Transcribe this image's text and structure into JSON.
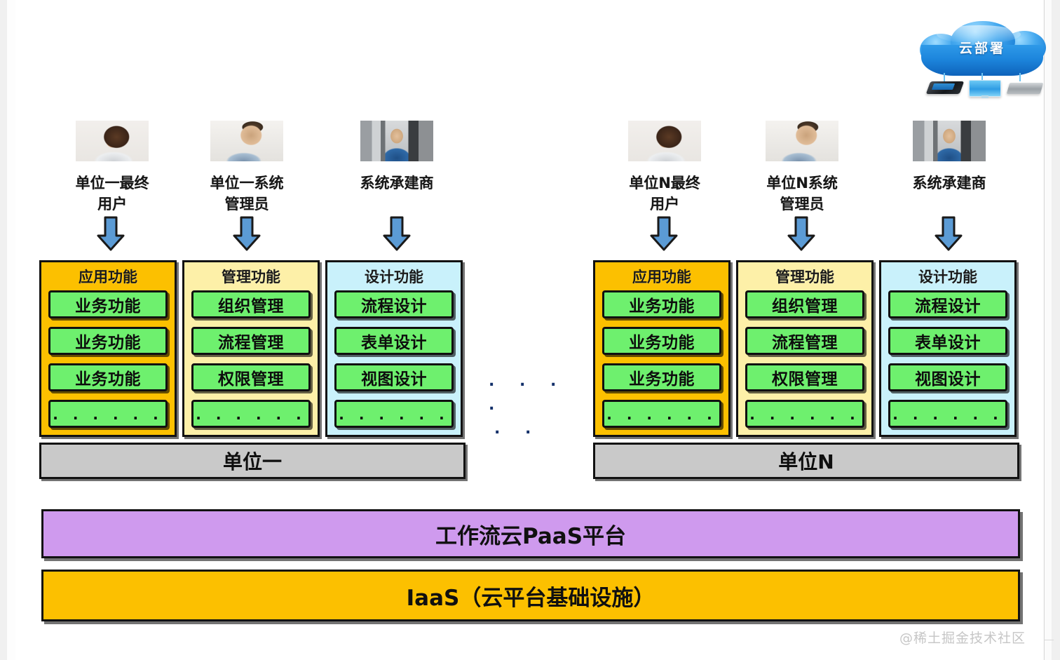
{
  "cloud": {
    "label": "云部署",
    "devices": [
      "tablet-device",
      "monitor-device",
      "server-device"
    ]
  },
  "actors": [
    {
      "id": "unit1-end-user",
      "caption": "单位一最终\n用户",
      "photo": "woman-photo"
    },
    {
      "id": "unit1-sys-admin",
      "caption": "单位一系统\n管理员",
      "photo": "man-photo"
    },
    {
      "id": "unit1-contractor",
      "caption": "系统承建商",
      "photo": "contractor-photo"
    },
    {
      "id": "unitN-end-user",
      "caption": "单位N最终\n用户",
      "photo": "woman-photo"
    },
    {
      "id": "unitN-sys-admin",
      "caption": "单位N系统\n管理员",
      "photo": "man-photo"
    },
    {
      "id": "unitN-contractor",
      "caption": "系统承建商",
      "photo": "contractor-photo"
    }
  ],
  "units": [
    {
      "id": "unit-one",
      "footer": "单位一",
      "columns": [
        {
          "title": "应用功能",
          "bg": "#fcc000",
          "cells": [
            "业务功能",
            "业务功能",
            "业务功能"
          ],
          "dots": ". . . . . ."
        },
        {
          "title": "管理功能",
          "bg": "#fdf0a8",
          "cells": [
            "组织管理",
            "流程管理",
            "权限管理"
          ],
          "dots": ". . . . . ."
        },
        {
          "title": "设计功能",
          "bg": "#c9f1fb",
          "cells": [
            "流程设计",
            "表单设计",
            "视图设计"
          ],
          "dots": ". . . . . ."
        }
      ]
    },
    {
      "id": "unit-n",
      "footer": "单位N",
      "columns": [
        {
          "title": "应用功能",
          "bg": "#fcc000",
          "cells": [
            "业务功能",
            "业务功能",
            "业务功能"
          ],
          "dots": ". . . . . ."
        },
        {
          "title": "管理功能",
          "bg": "#fdf0a8",
          "cells": [
            "组织管理",
            "流程管理",
            "权限管理"
          ],
          "dots": ". . . . . ."
        },
        {
          "title": "设计功能",
          "bg": "#c9f1fb",
          "cells": [
            "流程设计",
            "表单设计",
            "视图设计"
          ],
          "dots": ". . . . . ."
        }
      ]
    }
  ],
  "ellipsis": {
    "row1": ". . . .",
    "row2": ". ."
  },
  "platform": {
    "paas": "工作流云PaaS平台",
    "iaas": "IaaS（云平台基础设施）"
  },
  "watermark": "@稀土掘金技术社区",
  "colors": {
    "application_orange": "#fcc000",
    "management_yellow": "#fdf0a8",
    "design_cyan": "#c9f1fb",
    "feature_green": "#6ef06e",
    "unit_gray": "#c9c9c9",
    "paas_purple": "#cf9aee",
    "iaas_orange": "#fcc000",
    "arrow_blue": "#5b9bd5"
  }
}
